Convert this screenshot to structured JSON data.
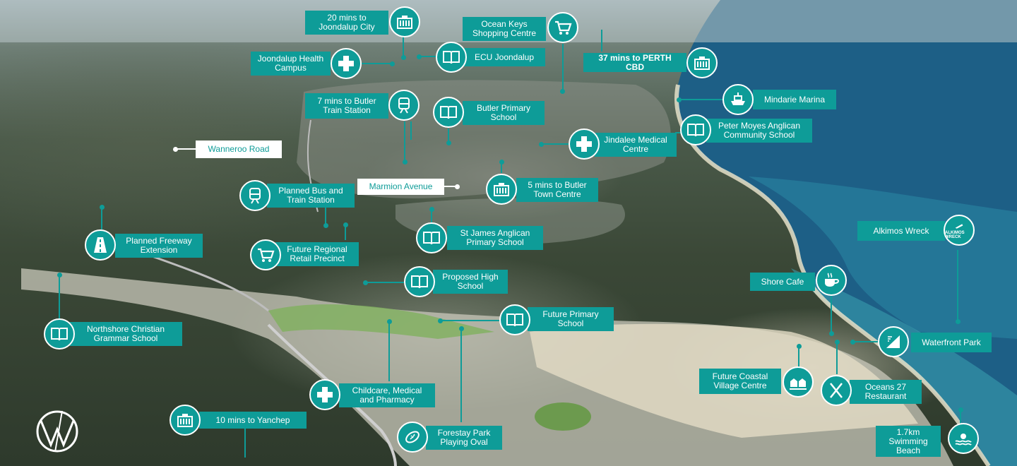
{
  "map": {
    "title": "",
    "colors": {
      "teal": "#0e9c98",
      "ocean": "#1c5e85",
      "land": "#3b4837",
      "sand": "#d9d3bd"
    }
  },
  "labels": {
    "joondalup_city": "20 mins to Joondalup City",
    "ocean_keys": "Ocean Keys Shopping Centre",
    "ecu": "ECU Joondalup",
    "joondalup_health": "Joondalup Health Campus",
    "perth_cbd": "37 mins to PERTH CBD",
    "mindarie": "Mindarie Marina",
    "butler_train": "7 mins to Butler Train Station",
    "butler_primary": "Butler Primary School",
    "peter_moyes": "Peter Moyes Anglican Community School",
    "jindalee": "Jindalee Medical Centre",
    "wanneroo": "Wanneroo Road",
    "marmion": "Marmion Avenue",
    "butler_town": "5 mins to Butler Town Centre",
    "planned_bus": "Planned Bus and Train Station",
    "st_james": "St James Anglican Primary School",
    "alkimos_wreck": "Alkimos Wreck",
    "alkimos_badge": "ALKIMOS WRECK",
    "planned_freeway": "Planned Freeway Extension",
    "future_retail": "Future Regional Retail Precinct",
    "proposed_high": "Proposed High School",
    "shore_cafe": "Shore Cafe",
    "future_primary": "Future Primary School",
    "northshore": "Northshore Christian Grammar School",
    "waterfront": "Waterfront Park",
    "coastal_village": "Future Coastal Village Centre",
    "childcare": "Childcare, Medical and Pharmacy",
    "oceans27": "Oceans 27 Restaurant",
    "yanchep": "10 mins to Yanchep",
    "forestay": "Forestay Park Playing Oval",
    "swimming": "1.7km Swimming Beach"
  },
  "icons": [
    "city-icon",
    "shopping-cart-icon",
    "book-icon",
    "medical-cross-icon",
    "train-icon",
    "ship-icon",
    "football-icon",
    "coffee-icon",
    "cutlery-icon",
    "village-icon",
    "waves-icon",
    "park-icon",
    "wreck-icon",
    "freeway-icon"
  ]
}
